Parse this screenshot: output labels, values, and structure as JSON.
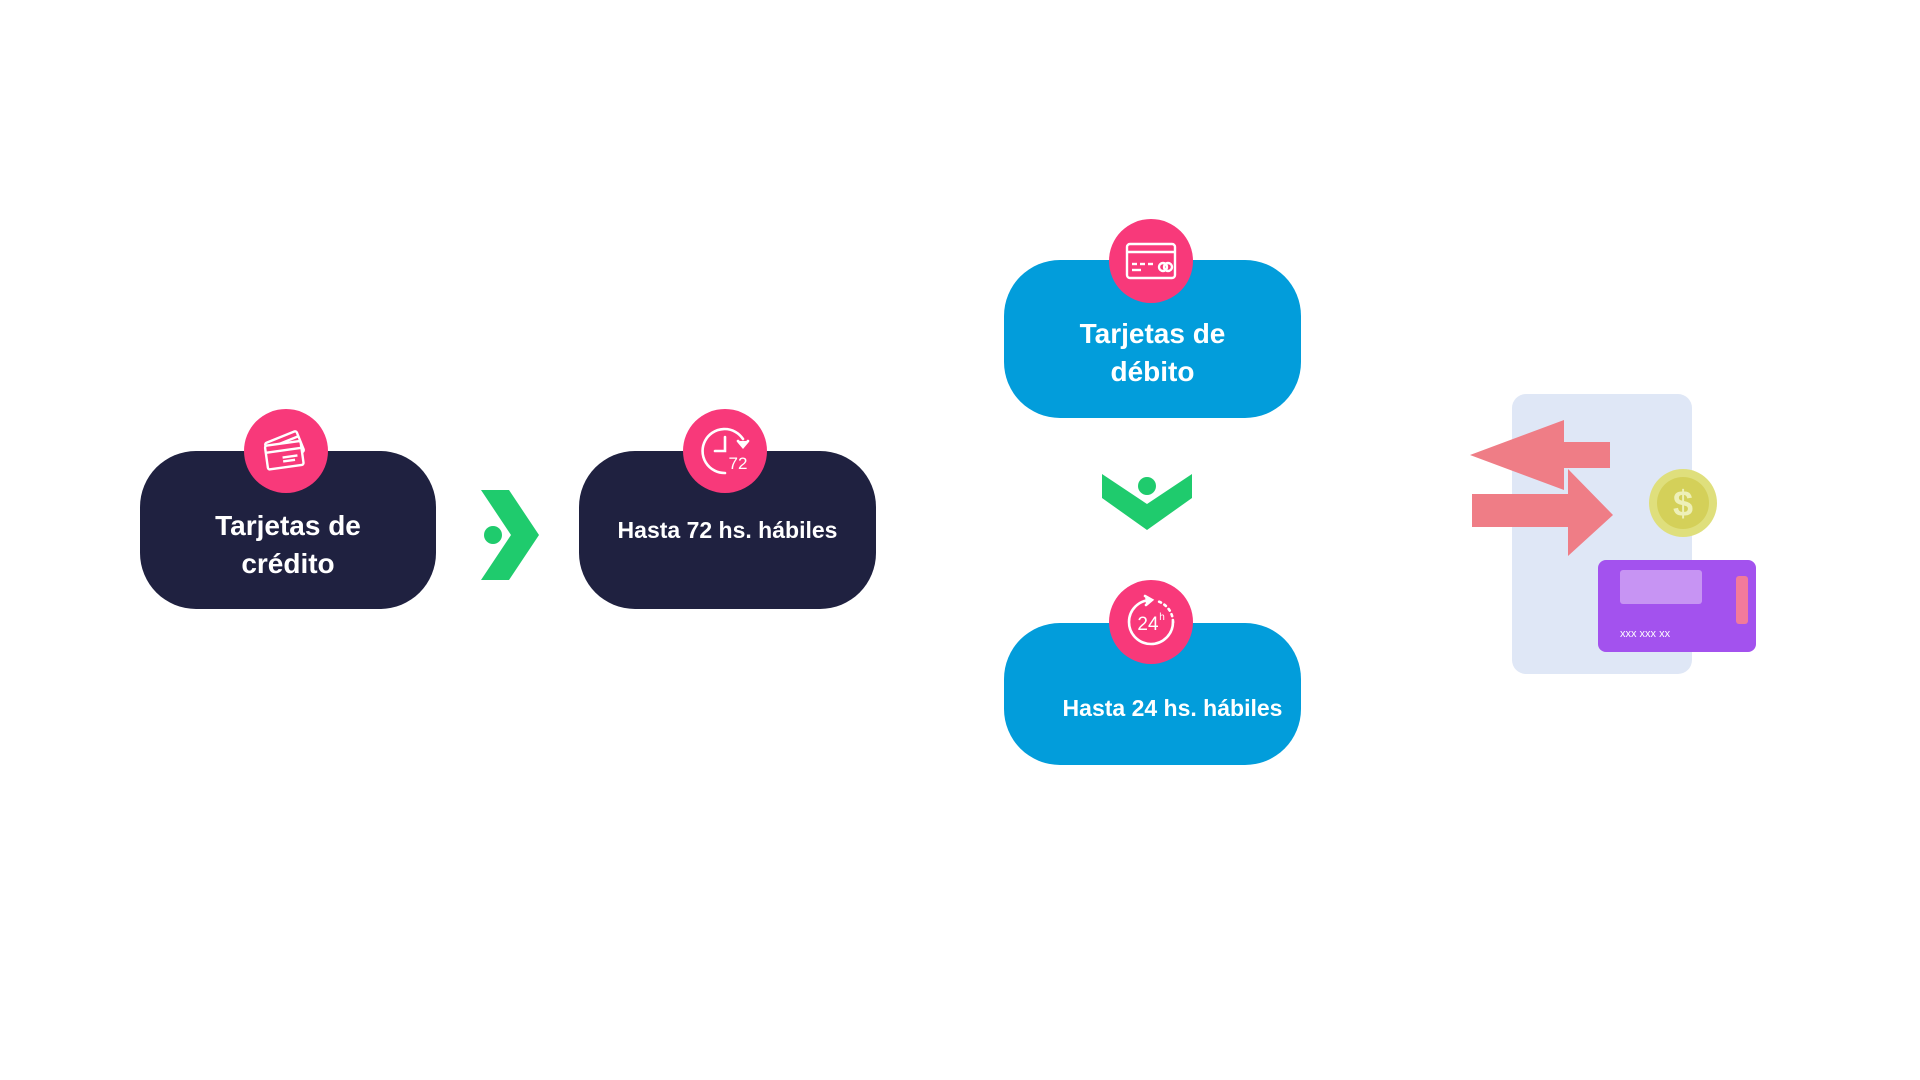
{
  "left_flow": {
    "source": {
      "label": "Tarjetas de\ncrédito",
      "icon": "credit-cards-icon"
    },
    "connector": {
      "icon": "arrow-right-icon",
      "color": "#1fcb6d"
    },
    "result": {
      "label": "Hasta 72 hs. hábiles",
      "icon": "clock-72-icon"
    }
  },
  "right_flow": {
    "source": {
      "label": "Tarjetas de\ndébito",
      "icon": "debit-card-icon"
    },
    "connector": {
      "icon": "arrow-down-icon",
      "color": "#1fcb6d"
    },
    "result": {
      "label": "Hasta 24 hs. hábiles",
      "icon": "clock-24h-icon"
    }
  },
  "illustration": {
    "icon": "payment-transfer-icon",
    "card_number": "xxx xxx xx",
    "coin_symbol": "$"
  },
  "colors": {
    "dark_pill": "#1f2140",
    "blue_pill": "#029ddb",
    "badge": "#f8397a",
    "arrow": "#1fcb6d"
  }
}
